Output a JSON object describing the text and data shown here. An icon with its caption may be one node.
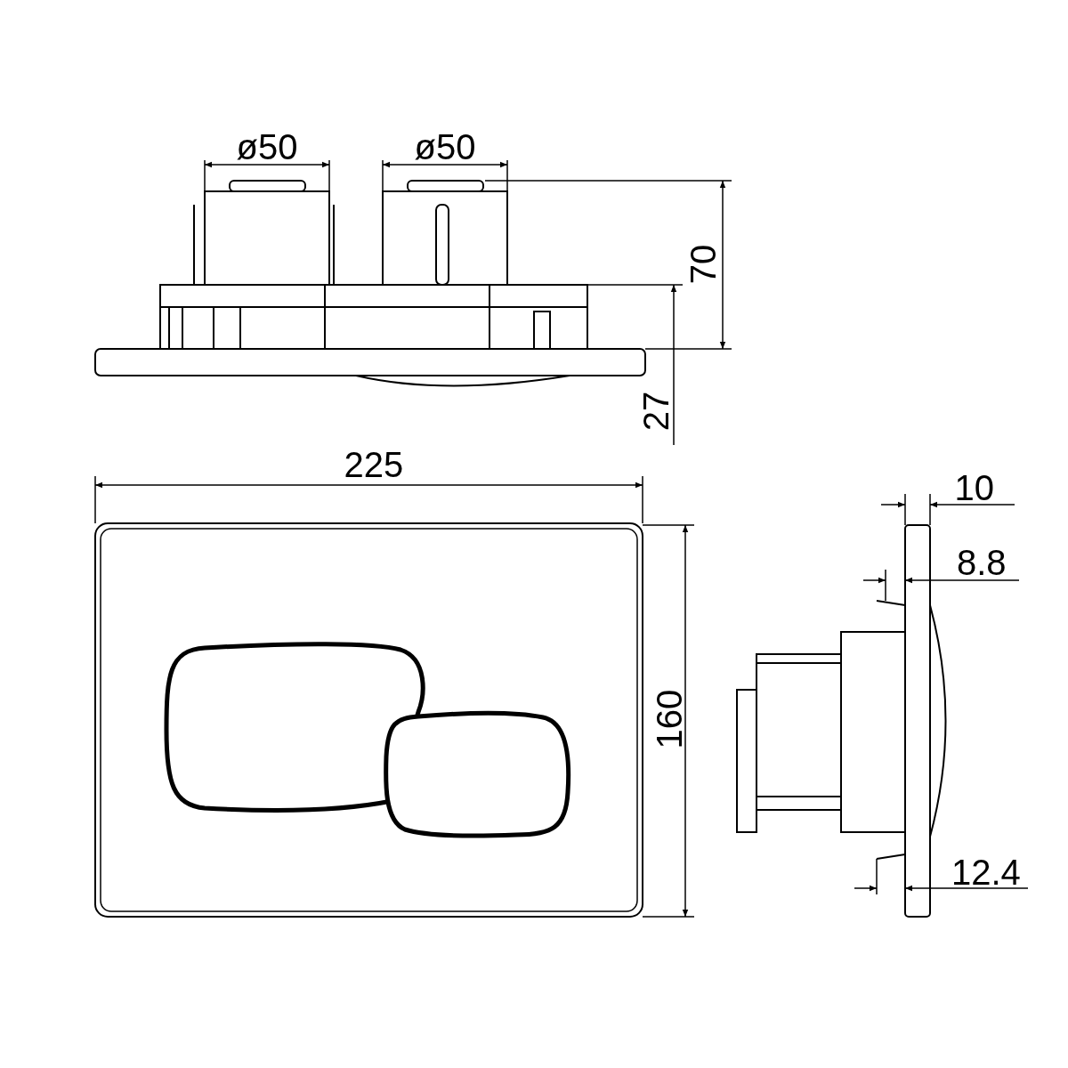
{
  "diagram": {
    "labels": [
      "ø50",
      "ø50",
      "70",
      "27",
      "225",
      "160",
      "10",
      "8.8",
      "12.4"
    ]
  }
}
